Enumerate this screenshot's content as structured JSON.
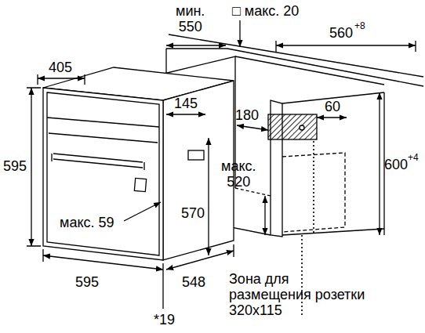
{
  "diagram": {
    "labels": [
      "мин. 550",
      "□ макс. 20",
      "560",
      "+8",
      "405",
      "595",
      "180",
      "145",
      "60",
      "макс. 520",
      "600",
      "+4",
      "570",
      "макс. 59",
      "595",
      "548",
      "*19",
      "Зона для размещения розетки 320x115"
    ]
  }
}
